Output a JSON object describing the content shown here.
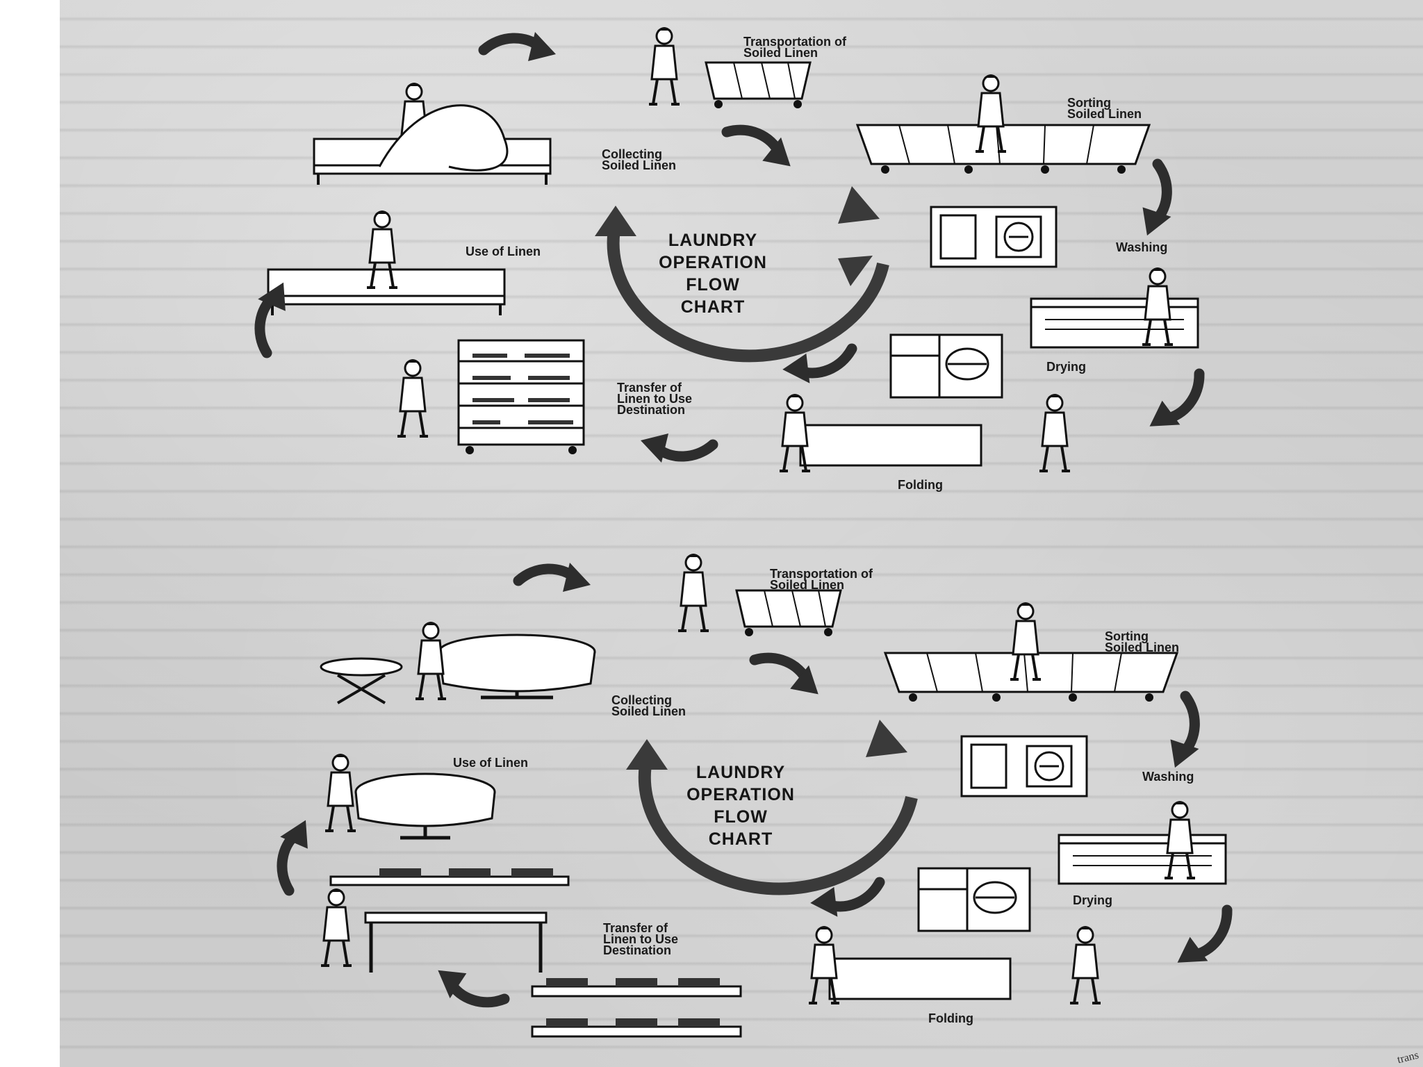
{
  "diagrams": [
    {
      "title": "LAUNDRY\nOPERATION\nFLOW\nCHART",
      "steps": {
        "transportation": "Transportation of\nSoiled Linen",
        "sorting": "Sorting\nSoiled Linen",
        "washing": "Washing",
        "drying": "Drying",
        "folding": "Folding",
        "transfer": "Transfer of\nLinen to Use\nDestination",
        "use": "Use of Linen",
        "collecting": "Collecting\nSoiled Linen"
      }
    },
    {
      "title": "LAUNDRY\nOPERATION\nFLOW\nCHART",
      "steps": {
        "transportation": "Transportation of\nSoiled Linen",
        "sorting": "Sorting\nSoiled Linen",
        "washing": "Washing",
        "drying": "Drying",
        "folding": "Folding",
        "transfer": "Transfer of\nLinen to Use\nDestination",
        "use": "Use of Linen",
        "collecting": "Collecting\nSoiled Linen"
      }
    }
  ],
  "corner_text": "trans",
  "colors": {
    "paper": "#cfcfcf",
    "ink": "#1a1a1a",
    "arrow": "#3a3a3a"
  }
}
